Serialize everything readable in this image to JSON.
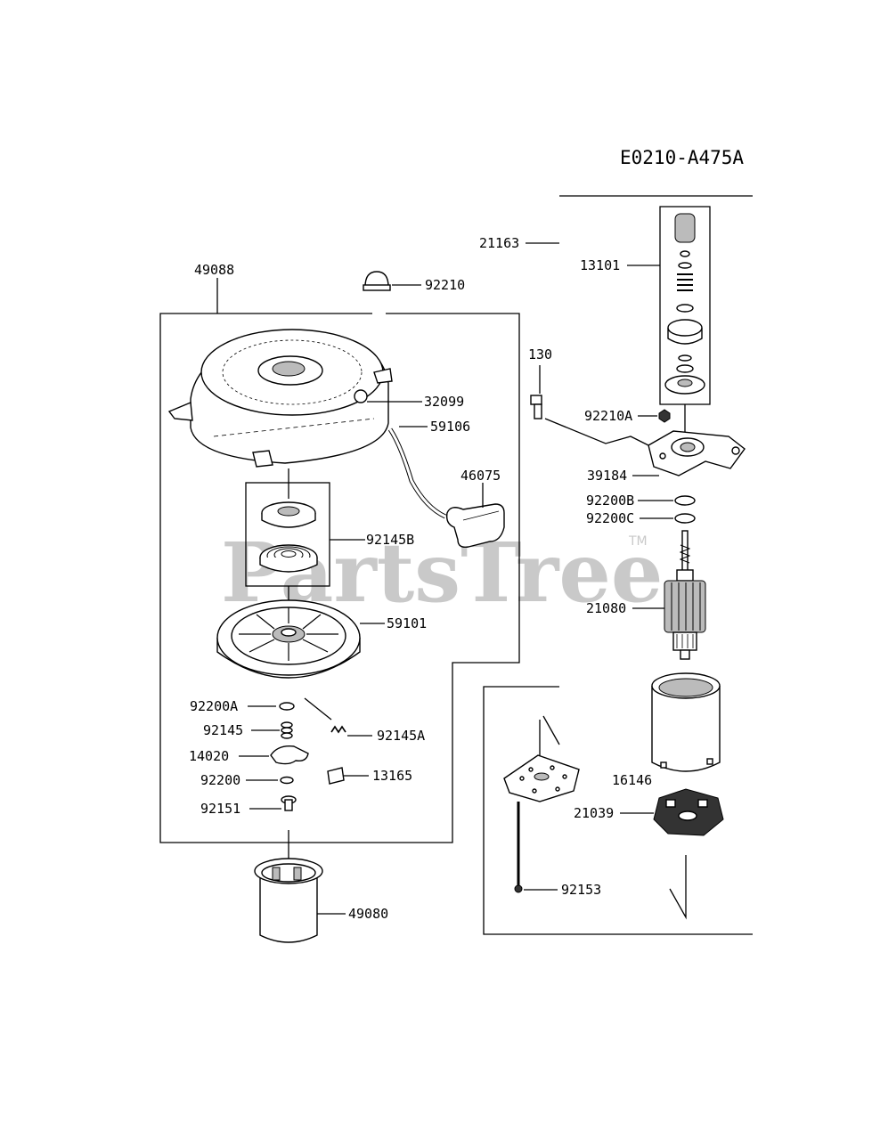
{
  "diagram_code": "E0210-A475A",
  "watermark": {
    "text": "PartsTree",
    "tm": "TM"
  },
  "parts": {
    "p49088": "49088",
    "p92210": "92210",
    "p32099": "32099",
    "p59106": "59106",
    "p46075": "46075",
    "p92145B": "92145B",
    "p59101": "59101",
    "p92200A": "92200A",
    "p92145A": "92145A",
    "p92145": "92145",
    "p14020": "14020",
    "p13165": "13165",
    "p92200": "92200",
    "p92151": "92151",
    "p49080": "49080",
    "p21163": "21163",
    "p13101": "13101",
    "p130": "130",
    "p92210A": "92210A",
    "p39184": "39184",
    "p92200B": "92200B",
    "p92200C": "92200C",
    "p21080": "21080",
    "p16146": "16146",
    "p21039": "21039",
    "p92153": "92153"
  }
}
